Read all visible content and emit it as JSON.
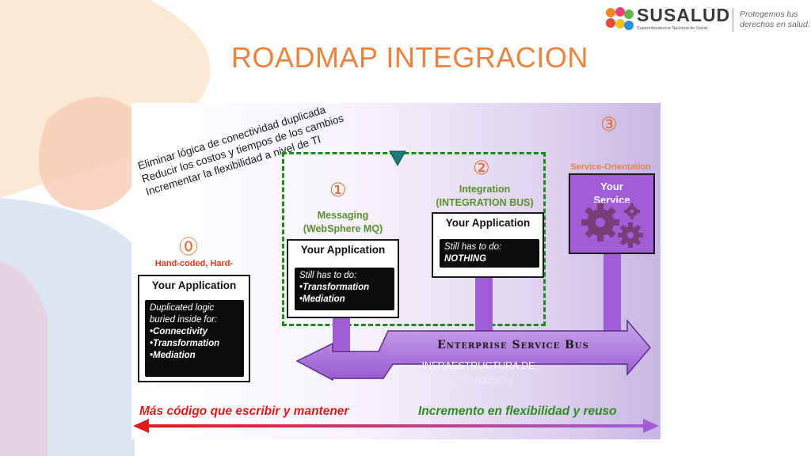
{
  "header": {
    "title": "ROADMAP INTEGRACION",
    "logo": {
      "name": "SUSALUD",
      "subtitle": "Superintendencia Nacional de Salud",
      "tagline_1": "Protegemos tus",
      "tagline_2": "derechos en salud."
    }
  },
  "benefits": {
    "line_1": "Eliminar lógica de conectividad duplicada",
    "line_2": "Reducir los costos y tiempos de los cambios",
    "line_3": "Incrementar la flexibilidad a nivel de TI"
  },
  "stages": [
    {
      "number": "⓪",
      "label": "Hand-coded, Hard-",
      "app_title": "Your Application",
      "intro_1": "Duplicated logic",
      "intro_2": "buried inside for:",
      "items": [
        "•Connectivity",
        "•Transformation",
        "•Mediation"
      ]
    },
    {
      "number": "①",
      "label_1": "Messaging",
      "label_2": "(WebSphere MQ)",
      "app_title": "Your Application",
      "intro": "Still has to do:",
      "items": [
        "•Transformation",
        "•Mediation"
      ]
    },
    {
      "number": "②",
      "label_1": "Integration",
      "label_2": "(INTEGRATION BUS)",
      "app_title": "Your Application",
      "intro": "Still has to do:",
      "items": [
        "NOTHING"
      ]
    },
    {
      "number": "③",
      "label": "Service-Orientation",
      "service_title_1": "Your",
      "service_title_2": "Service"
    }
  ],
  "bus": {
    "title": "Enterprise Service Bus",
    "subtitle_1": "INFRAESTRUCTURA DE",
    "subtitle_2": "INTEGRACIÓN"
  },
  "bottom": {
    "left": "Más código que escribir y mantener",
    "right": "Incremento en flexibilidad y reuso"
  },
  "colors": {
    "title": "#e8843f",
    "accent_green": "#5a8f2a",
    "dashed_green": "#1e8a1e",
    "purple": "#a05dd6",
    "red": "#e01b1b"
  }
}
